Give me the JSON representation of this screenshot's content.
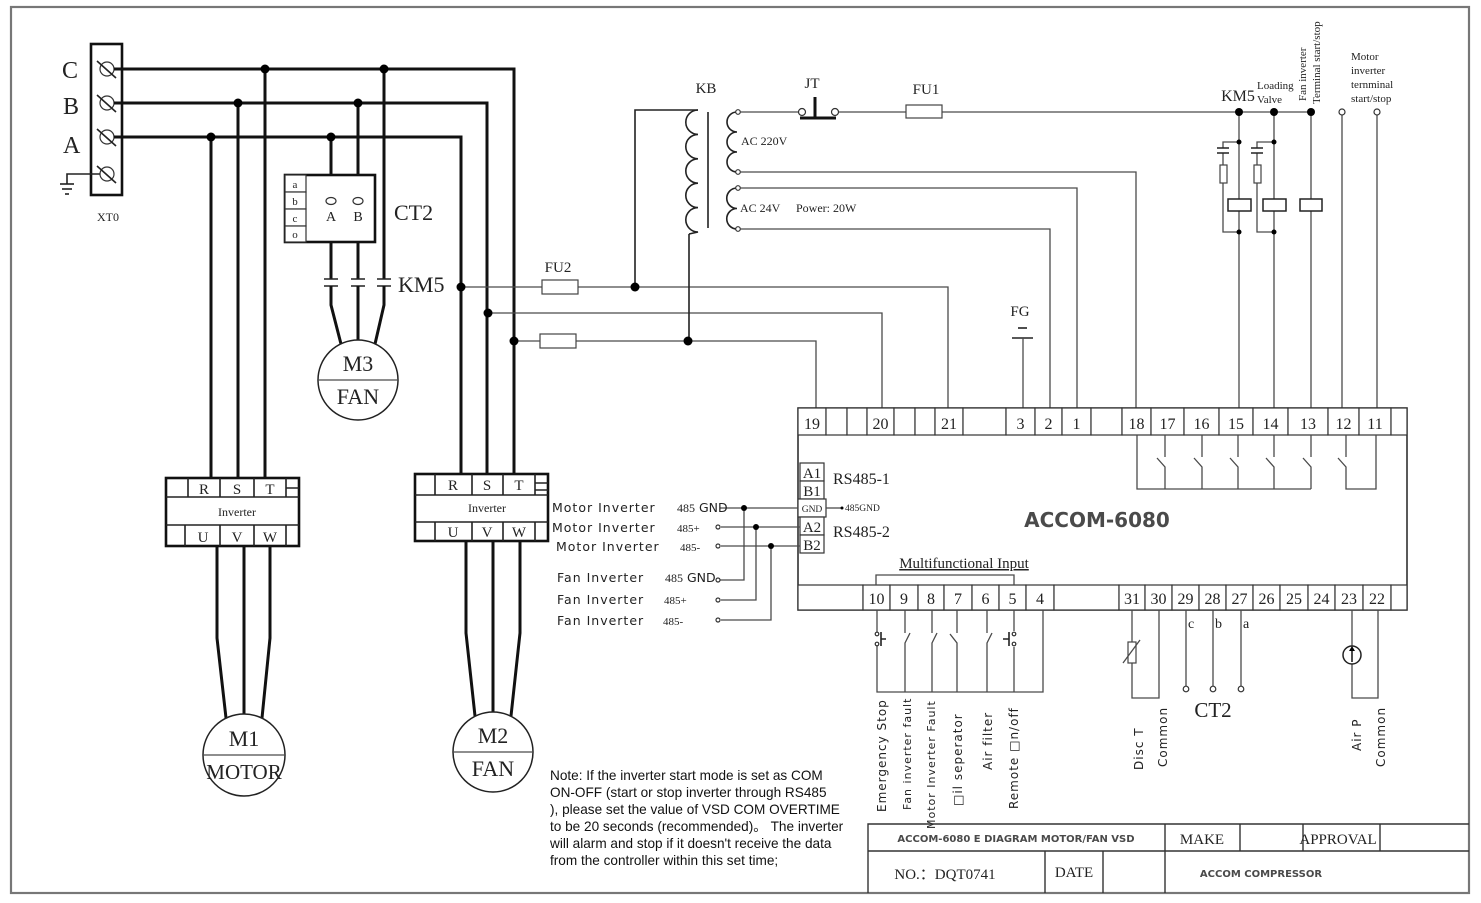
{
  "supply": {
    "terminal_block_label": "XT0",
    "phase_c": "C",
    "phase_b": "B",
    "phase_a": "A"
  },
  "ct2_block": {
    "label": "CT2",
    "cells": [
      "a",
      "b",
      "c",
      "o"
    ],
    "terminal_a": "A",
    "terminal_b": "B"
  },
  "km5_contactor": {
    "label": "KM5"
  },
  "motors": {
    "m3": {
      "id": "M3",
      "type": "FAN"
    },
    "m1": {
      "id": "M1",
      "type": "MOTOR"
    },
    "m2": {
      "id": "M2",
      "type": "FAN"
    }
  },
  "inverters": {
    "motor": {
      "label": "Inverter",
      "inputs": [
        "R",
        "S",
        "T"
      ],
      "outputs": [
        "U",
        "V",
        "W"
      ]
    },
    "fan": {
      "label": "Inverter",
      "inputs": [
        "R",
        "S",
        "T"
      ],
      "outputs": [
        "U",
        "V",
        "W"
      ]
    }
  },
  "fuses": {
    "fu2": "FU2",
    "fu1": "FU1"
  },
  "transformer": {
    "label": "KB",
    "secondary_220": "AC 220V",
    "secondary_24": "AC 24V",
    "power": "Power: 20W"
  },
  "jt_label": "JT",
  "fg_label": "FG",
  "relay_outputs": {
    "km5": "KM5",
    "loading_valve": [
      "Loading",
      "Valve"
    ],
    "fan_inverter": [
      "Fan inverter",
      "Terminal start/stop"
    ],
    "motor_inverter": [
      "Motor",
      "inverter",
      "ternminal",
      "start/stop"
    ]
  },
  "rs485_wiring": [
    {
      "device": "Motor Inverter",
      "signal": "485",
      "suffix": " GND"
    },
    {
      "device": "Motor Inverter",
      "signal": "485+",
      "suffix": ""
    },
    {
      "device": "Motor Inverter",
      "signal": "485-",
      "suffix": ""
    },
    {
      "device": "Fan Inverter",
      "signal": "485",
      "suffix": " GND"
    },
    {
      "device": "Fan Inverter",
      "signal": "485+",
      "suffix": ""
    },
    {
      "device": "Fan Inverter",
      "signal": "485-",
      "suffix": ""
    }
  ],
  "controller": {
    "model": "ACCOM-6080",
    "top_terminals": [
      "19",
      "",
      "",
      "20",
      "",
      "",
      "21",
      "",
      "3",
      "2",
      "1",
      "",
      "18",
      "17",
      "16",
      "15",
      "14",
      "13",
      "12",
      "11",
      ""
    ],
    "bottom_terminals": [
      "",
      "10",
      "9",
      "8",
      "7",
      "6",
      "5",
      "4",
      "",
      "31",
      "30",
      "29",
      "28",
      "27",
      "26",
      "25",
      "24",
      "23",
      "22",
      ""
    ],
    "rs485_ports": [
      "A1",
      "B1",
      "GND",
      "A2",
      "B2"
    ],
    "rs485_1": "RS485-1",
    "rs485_2": "RS485-2",
    "gnd_note": "485GND",
    "multifunctional_input": "Multifunctional Input"
  },
  "digital_inputs": [
    "Emergency Stop",
    "Fan inverter fault",
    "Motor Inverter Fault",
    "□il seperator",
    "Air filter",
    "Remote □n/off"
  ],
  "sensors": {
    "disc_t": "Disc T",
    "disc_common": "Common",
    "ct2": "CT2",
    "ct2_phases": [
      "c",
      "b",
      "a"
    ],
    "air_p": "Air P",
    "air_common": "Common"
  },
  "note": [
    "Note: If the inverter start mode is set as COM",
    "ON-OFF (start or stop inverter through RS485",
    "), please set the value of VSD COM OVERTIME",
    "to be 20 seconds (recommended)。 The inverter",
    "will alarm and stop if it doesn't receive the data",
    "from the controller within this set time;"
  ],
  "title_block": {
    "diagram_title": "ACCOM-6080 E DIAGRAM MOTOR/FAN VSD",
    "make_label": "MAKE",
    "make_value": "",
    "approval_label": "APPROVAL",
    "approval_value": "",
    "drawing_number": "NO.：DQT0741",
    "date_label": "DATE",
    "date_value": "",
    "company": "ACCOM COMPRESSOR"
  }
}
